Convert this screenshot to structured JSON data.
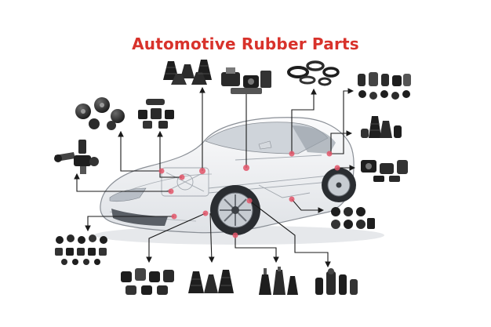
{
  "title": "Automotive Rubber Parts",
  "colors": {
    "title": "#d8322b",
    "leader_line": "#1a1a1a",
    "arrow": "#1a1a1a",
    "part_dark": "#1e1e1e",
    "part_mid": "#3a3a3a",
    "hotspot": "#e3566a",
    "car_body": "#f3f4f6",
    "car_outline": "#8a8f96"
  },
  "parts": [
    {
      "name": "cv-boots-top-left",
      "icon": "bellows-boots-icon"
    },
    {
      "name": "strut-mounts-top",
      "icon": "engine-mount-icon"
    },
    {
      "name": "seals-gaskets",
      "icon": "o-ring-seal-icon"
    },
    {
      "name": "bushings-top-right",
      "icon": "bushing-set-icon"
    },
    {
      "name": "suspension-mounts-left",
      "icon": "strut-mount-icon"
    },
    {
      "name": "bump-stops",
      "icon": "bump-stop-icon"
    },
    {
      "name": "stabilizer-links",
      "icon": "stabilizer-link-icon"
    },
    {
      "name": "rubber-boots-right",
      "icon": "rubber-boot-icon"
    },
    {
      "name": "stabilizer-bushings-right",
      "icon": "stabilizer-bushing-icon"
    },
    {
      "name": "grommets-right",
      "icon": "grommet-icon"
    },
    {
      "name": "bushings-bottom-left",
      "icon": "bushing-set-icon"
    },
    {
      "name": "mounts-bottom",
      "icon": "rubber-mount-icon"
    },
    {
      "name": "cv-boots-bottom",
      "icon": "bellows-boots-icon"
    },
    {
      "name": "dust-covers-bottom",
      "icon": "dust-cover-icon"
    },
    {
      "name": "rubber-bellows-bottom-right",
      "icon": "rubber-bellows-icon"
    }
  ]
}
